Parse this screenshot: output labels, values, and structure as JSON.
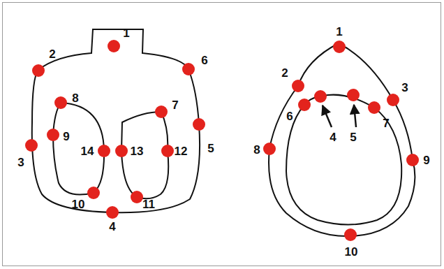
{
  "diagram": {
    "labels": [
      "1",
      "2",
      "6",
      "3",
      "5",
      "8",
      "7",
      "9",
      "14",
      "13",
      "12",
      "10",
      "11",
      "4",
      "1",
      "2",
      "3",
      "6",
      "4",
      "5",
      "7",
      "8",
      "9",
      "10"
    ]
  }
}
